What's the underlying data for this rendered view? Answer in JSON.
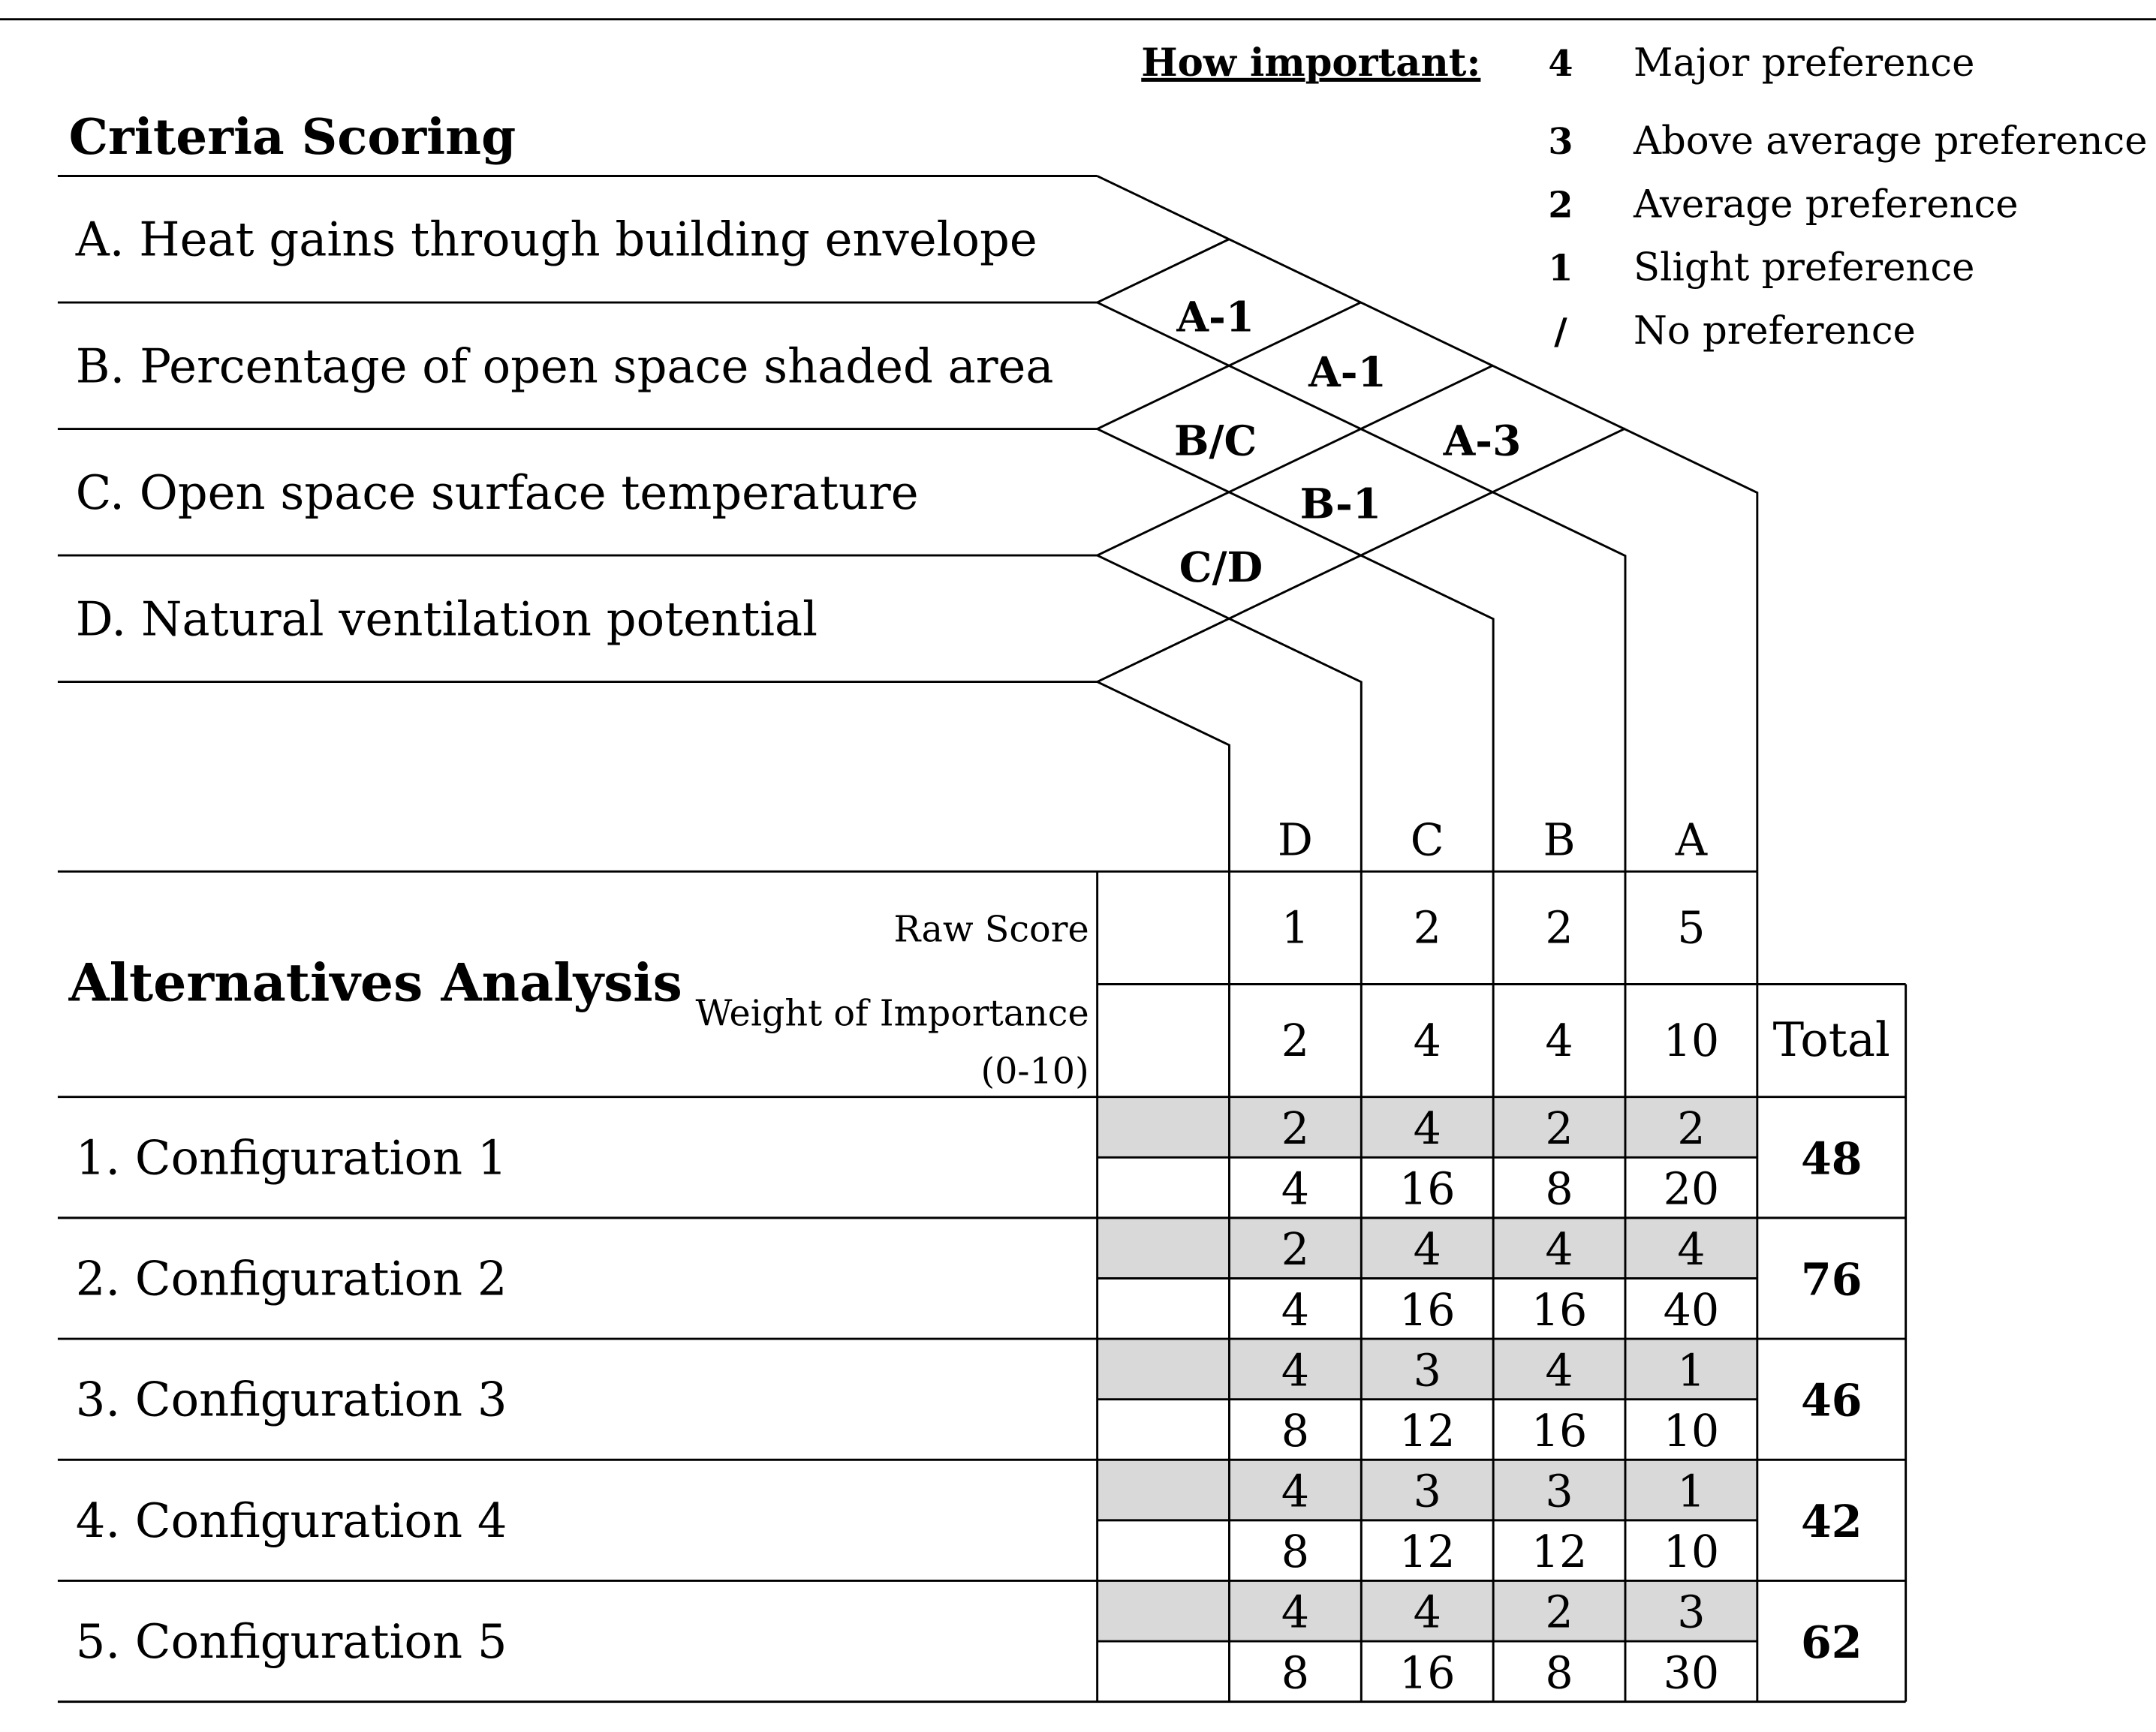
{
  "legend": {
    "title": "How important:",
    "items": [
      {
        "score": "4",
        "label": "Major preference"
      },
      {
        "score": "3",
        "label": "Above average preference"
      },
      {
        "score": "2",
        "label": "Average preference"
      },
      {
        "score": "1",
        "label": "Slight preference"
      },
      {
        "score": "/",
        "label": "No preference"
      }
    ]
  },
  "criteria_scoring": {
    "title": "Criteria Scoring",
    "criteria": [
      "A. Heat gains through building envelope",
      "B. Percentage of open space shaded area",
      "C. Open space surface temperature",
      "D. Natural ventilation potential"
    ],
    "comparisons": [
      {
        "pair": "A-B",
        "result": "A-1"
      },
      {
        "pair": "A-C",
        "result": "A-1"
      },
      {
        "pair": "A-D",
        "result": "A-3"
      },
      {
        "pair": "B-C",
        "result": "B/C"
      },
      {
        "pair": "B-D",
        "result": "B-1"
      },
      {
        "pair": "C-D",
        "result": "C/D"
      }
    ],
    "column_letters": [
      "D",
      "C",
      "B",
      "A"
    ]
  },
  "alternatives": {
    "title": "Alternatives Analysis",
    "raw_score_label": "Raw Score",
    "weight_label": "Weight of Importance",
    "weight_range": "(0-10)",
    "total_label": "Total",
    "raw_scores": [
      "1",
      "2",
      "2",
      "5"
    ],
    "weights": [
      "2",
      "4",
      "4",
      "10"
    ],
    "rows": [
      {
        "label": "1. Configuration 1",
        "scores": [
          "2",
          "4",
          "2",
          "2"
        ],
        "weighted": [
          "4",
          "16",
          "8",
          "20"
        ],
        "total": "48"
      },
      {
        "label": "2. Configuration 2",
        "scores": [
          "2",
          "4",
          "4",
          "4"
        ],
        "weighted": [
          "4",
          "16",
          "16",
          "40"
        ],
        "total": "76"
      },
      {
        "label": "3. Configuration 3",
        "scores": [
          "4",
          "3",
          "4",
          "1"
        ],
        "weighted": [
          "8",
          "12",
          "16",
          "10"
        ],
        "total": "46"
      },
      {
        "label": "4. Configuration 4",
        "scores": [
          "4",
          "3",
          "3",
          "1"
        ],
        "weighted": [
          "8",
          "12",
          "12",
          "10"
        ],
        "total": "42"
      },
      {
        "label": "5. Configuration 5",
        "scores": [
          "4",
          "4",
          "2",
          "3"
        ],
        "weighted": [
          "8",
          "16",
          "8",
          "30"
        ],
        "total": "62"
      }
    ]
  }
}
